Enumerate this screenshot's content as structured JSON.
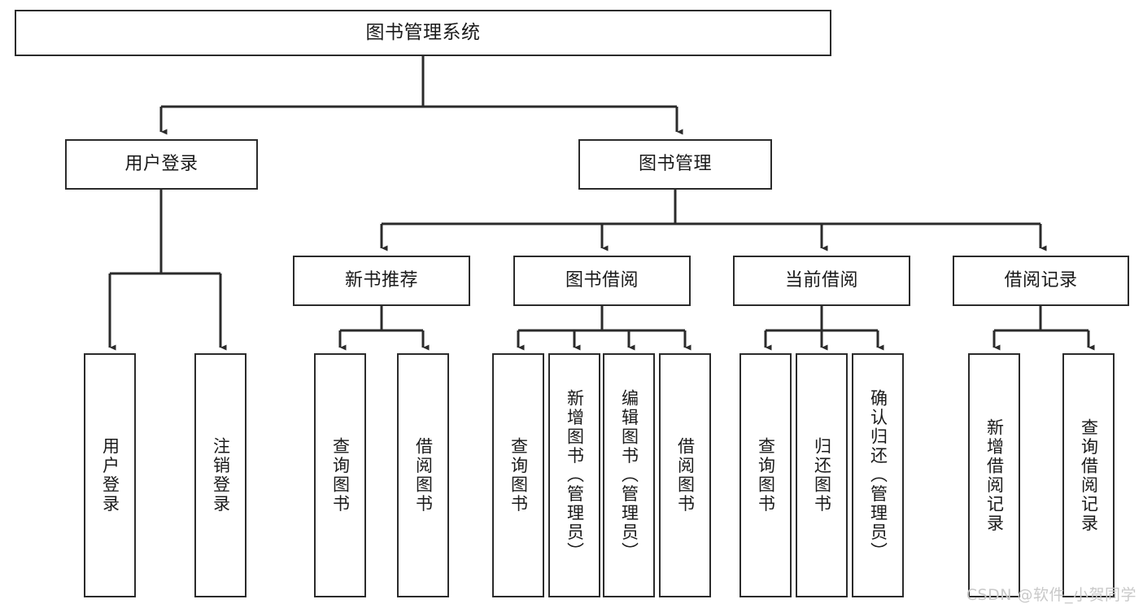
{
  "diagram": {
    "title": "图书管理系统",
    "type": "hierarchy-tree",
    "background_color": "#ffffff",
    "line_color": "#2b2b2b",
    "text_color": "#1a1a1a",
    "watermark": "CSDN @软件_小贺同学",
    "watermark_color": "#c9c9c9",
    "nodes": {
      "root": {
        "label": "图书管理系统"
      },
      "level2": [
        {
          "label": "用户登录"
        },
        {
          "label": "图书管理"
        }
      ],
      "level3": [
        {
          "label": "新书推荐"
        },
        {
          "label": "图书借阅"
        },
        {
          "label": "当前借阅"
        },
        {
          "label": "借阅记录"
        }
      ],
      "leaves": {
        "user_login": [
          {
            "label": "用户登录"
          },
          {
            "label": "注销登录"
          }
        ],
        "new_book_recommend": [
          {
            "label": "查询图书"
          },
          {
            "label": "借阅图书"
          }
        ],
        "book_borrow": [
          {
            "label": "查询图书"
          },
          {
            "label": "新增图书（管理员）"
          },
          {
            "label": "编辑图书（管理员）"
          },
          {
            "label": "借阅图书"
          }
        ],
        "current_borrow": [
          {
            "label": "查询图书"
          },
          {
            "label": "归还图书"
          },
          {
            "label": "确认归还（管理员）"
          }
        ],
        "borrow_record": [
          {
            "label": "新增借阅记录"
          },
          {
            "label": "查询借阅记录"
          }
        ]
      }
    }
  }
}
